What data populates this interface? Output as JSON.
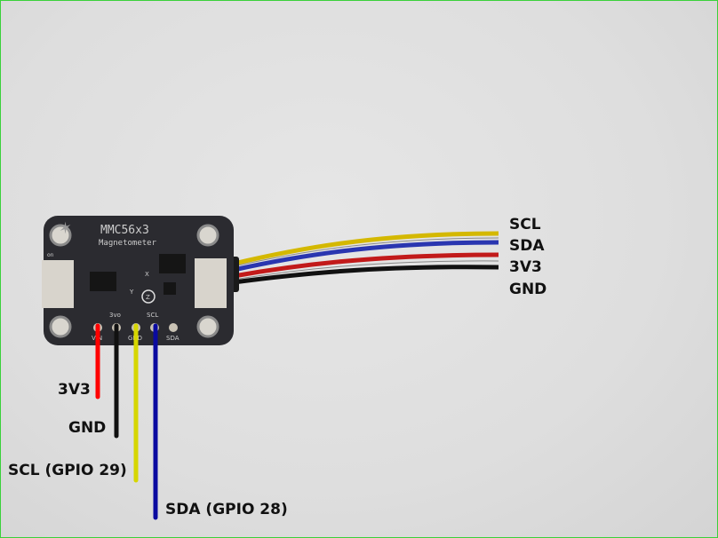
{
  "board": {
    "title": "MMC56x3",
    "subtitle": "Magnetometer",
    "led_label": "on",
    "pin_labels": [
      "VIN",
      "3vo",
      "GND",
      "SCL",
      "SDA"
    ],
    "axis_labels": [
      "X",
      "Y",
      "Z"
    ]
  },
  "cable_labels": [
    "SCL",
    "SDA",
    "3V3",
    "GND"
  ],
  "pin_wire_labels": [
    "3V3",
    "GND",
    "SCL (GPIO 29)",
    "SDA (GPIO 28)"
  ],
  "colors": {
    "red": "#ff0000",
    "black": "#111111",
    "yellow": "#d6d600",
    "blue": "#0a0aa0",
    "board": "#2b2b30"
  }
}
